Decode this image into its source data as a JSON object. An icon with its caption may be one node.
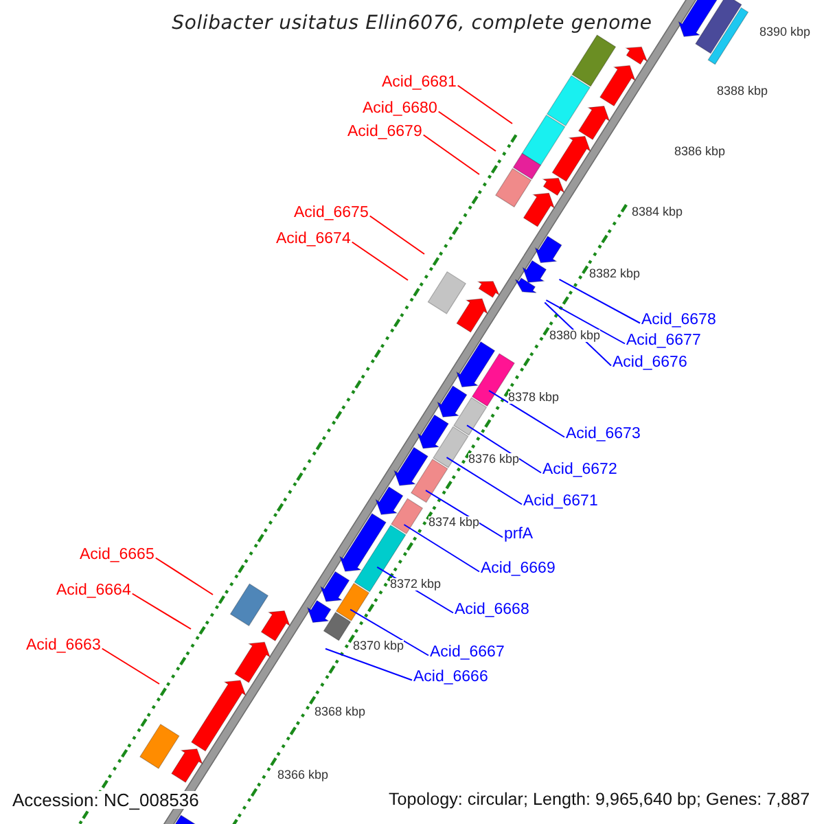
{
  "diagram": {
    "title": "Solibacter usitatus Ellin6076, complete genome",
    "nodes": [
      {
        "text": [
          "Acid_6681"
        ]
      },
      {
        "text": [
          "Acid_6680"
        ]
      },
      {
        "text": [
          "Acid_6679"
        ]
      },
      {
        "text": [
          "Acid_6675"
        ]
      },
      {
        "text": [
          "Acid_6674"
        ]
      },
      {
        "text": [
          "Acid_6678"
        ]
      },
      {
        "text": [
          "Acid_6677"
        ]
      },
      {
        "text": [
          "Acid_6676"
        ]
      },
      {
        "text": [
          "Acid_6673"
        ]
      },
      {
        "text": [
          "Acid_6672"
        ]
      },
      {
        "text": [
          "Acid_6671"
        ]
      },
      {
        "text": [
          "prfA"
        ]
      },
      {
        "text": [
          "Acid_6665"
        ]
      },
      {
        "text": [
          "Acid_6669"
        ]
      },
      {
        "text": [
          "Acid_6664"
        ]
      },
      {
        "text": [
          "Acid_6668"
        ]
      },
      {
        "text": [
          "Acid_6663"
        ]
      },
      {
        "text": [
          "Acid_6667"
        ]
      },
      {
        "text": [
          "Acid_6666"
        ]
      }
    ],
    "edges": [
      {
        "from": 0,
        "to": null,
        "arrow": "none",
        "color": "#ff0000"
      },
      {
        "from": 1,
        "to": null,
        "arrow": "none",
        "color": "#ff0000"
      },
      {
        "from": 2,
        "to": null,
        "arrow": "none",
        "color": "#ff0000"
      },
      {
        "from": 3,
        "to": null,
        "arrow": "none",
        "color": "#ff0000"
      },
      {
        "from": 4,
        "to": null,
        "arrow": "none",
        "color": "#ff0000"
      },
      {
        "from": 5,
        "to": null,
        "arrow": "none"
      },
      {
        "from": 6,
        "to": null,
        "arrow": "none"
      },
      {
        "from": 7,
        "to": null,
        "arrow": "none"
      },
      {
        "from": 8,
        "to": null,
        "arrow": "none"
      },
      {
        "from": 9,
        "to": null,
        "arrow": "none"
      },
      {
        "from": 10,
        "to": null,
        "arrow": "none"
      },
      {
        "from": 11,
        "to": null,
        "arrow": "none"
      },
      {
        "from": 12,
        "to": null,
        "arrow": "none",
        "color": "#ff0000"
      },
      {
        "from": 13,
        "to": null,
        "arrow": "none"
      },
      {
        "from": 14,
        "to": null,
        "arrow": "none",
        "color": "#ff0000"
      },
      {
        "from": 15,
        "to": null,
        "arrow": "none"
      },
      {
        "from": 16,
        "to": null,
        "arrow": "none",
        "color": "#ff0000"
      },
      {
        "from": 17,
        "to": null,
        "arrow": "none"
      },
      {
        "from": 18,
        "to": null,
        "arrow": "none"
      }
    ],
    "labels": [
      "8390 kbp",
      "8388 kbp",
      "8386 kbp",
      "8384 kbp",
      "8382 kbp",
      "8380 kbp",
      "8378 kbp",
      "8376 kbp",
      "8374 kbp",
      "8372 kbp",
      "8370 kbp",
      "8368 kbp",
      "8366 kbp",
      "Accession: NC_008536",
      "Topology: circular; Length: 9,965,640 bp; Genes: 7,887"
    ]
  }
}
